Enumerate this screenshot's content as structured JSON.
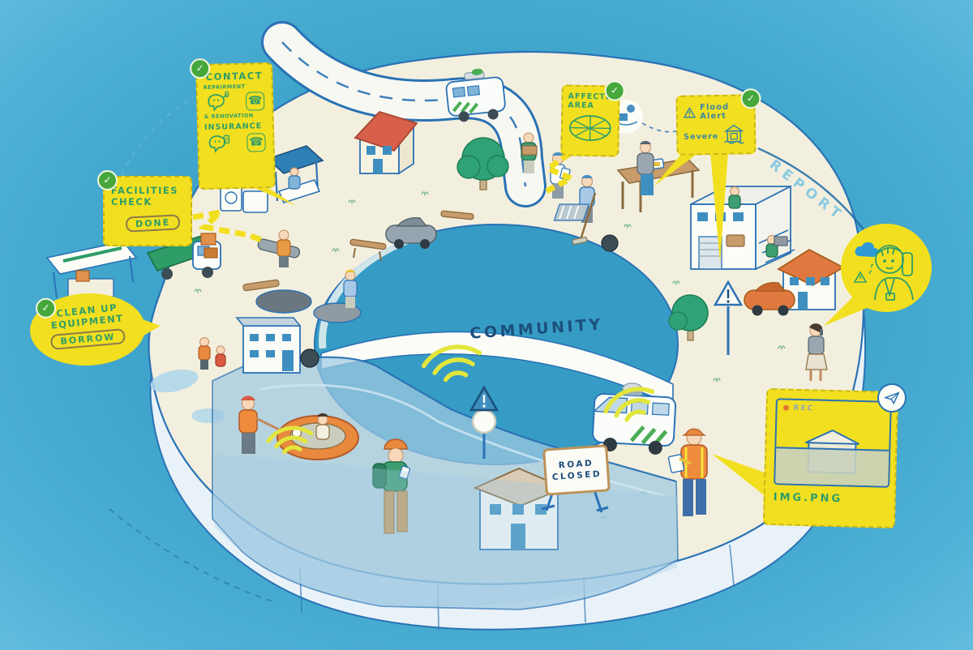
{
  "colors": {
    "background": "#41A8CE",
    "panel_yellow": "#F2DF1F",
    "accent_green": "#2E9D68",
    "accent_blue": "#3E88A0",
    "ink_blue": "#2A72B5",
    "navy": "#1C4F7D",
    "flood_water": "#9FC9E2",
    "signal_yellow": "#E3E63C",
    "check_green": "#46A83C",
    "vest_orange": "#EE8C3C"
  },
  "center": {
    "label": "COMMUNITY"
  },
  "watermark": {
    "label": "REPORT"
  },
  "callouts": {
    "contact": {
      "title": "CONTACT",
      "repairment": "REPAIRMENT",
      "renovation": "& RENOVATION",
      "insurance": "INSURANCE",
      "check": "✓"
    },
    "facilities_check": {
      "line1": "FACILITIES",
      "line2": "CHECK",
      "button": "DONE",
      "check": "✓"
    },
    "clean_up": {
      "line1": "CLEAN UP",
      "line2": "EQUIPMENT",
      "button": "BORROW",
      "check": "✓"
    },
    "affected_area": {
      "line1": "AFFECTED",
      "line2": "AREA",
      "check": "✓"
    },
    "flood_alert": {
      "title": "Flood Alert",
      "severity": "Severe",
      "check": "✓"
    },
    "photo_report": {
      "rec_dot": "●",
      "rec_label": "REC",
      "filename": "IMG.PNG"
    }
  },
  "signs": {
    "road_closed_line1": "ROAD",
    "road_closed_line2": "CLOSED"
  }
}
